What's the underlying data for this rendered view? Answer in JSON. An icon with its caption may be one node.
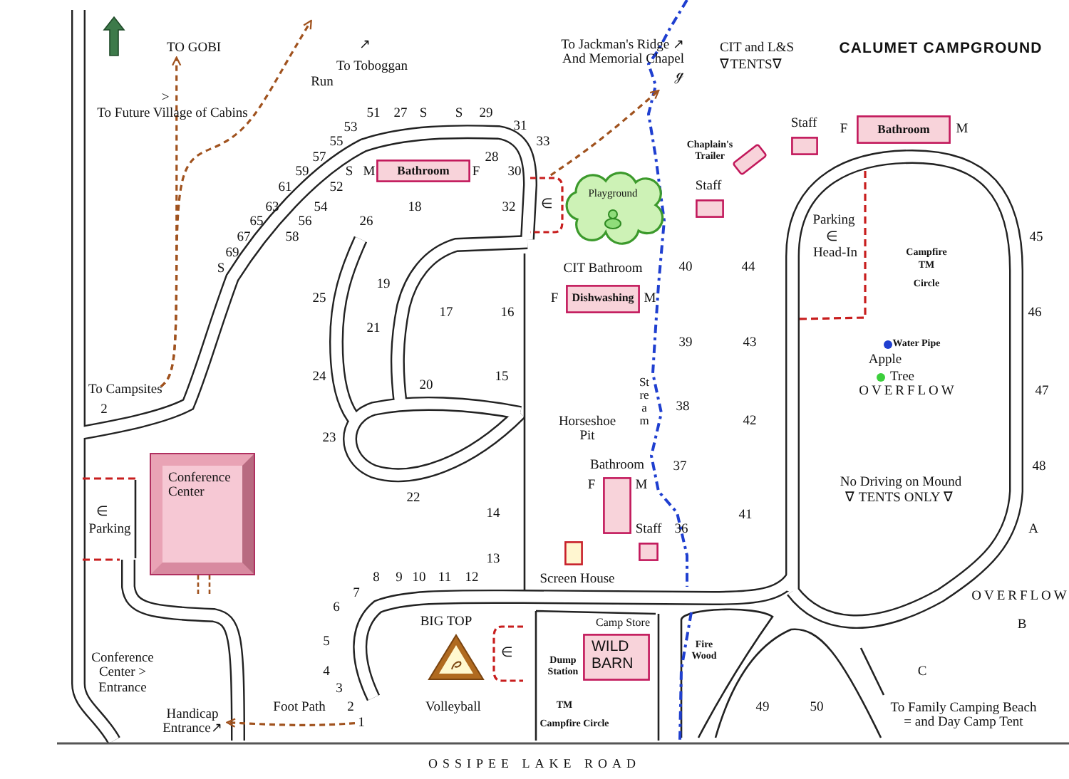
{
  "diagram": {
    "nodes": [
      {
        "text": [
          "Bathroom"
        ],
        "beside": [
          "M",
          "F"
        ]
      },
      {
        "text": [
          "Playground"
        ]
      },
      {
        "text": [
          "∈"
        ]
      },
      {
        "text": [],
        "shape": "box",
        "beside": [
          "Staff"
        ]
      },
      {
        "text": [],
        "shape": "box",
        "beside": [
          "Chaplain's Trailer"
        ]
      },
      {
        "text": [],
        "shape": "box",
        "beside": [
          "Staff"
        ]
      },
      {
        "text": [
          "Bathroom"
        ],
        "beside": [
          "F",
          "M"
        ]
      },
      {
        "text": [
          "Dishwashing"
        ],
        "beside": [
          "F",
          "M"
        ]
      },
      {
        "text": [],
        "shape": "box",
        "beside": [
          "Bathroom",
          "F",
          "M"
        ]
      },
      {
        "text": [],
        "shape": "box",
        "beside": [
          "Staff"
        ]
      },
      {
        "text": [],
        "shape": "box",
        "beside": [
          "Screen House"
        ]
      },
      {
        "text": [
          "WILD BARN"
        ],
        "beside": [
          "Camp Store"
        ]
      },
      {
        "text": [],
        "shape": "triangle",
        "beside": [
          "BIG TOP"
        ]
      },
      {
        "text": [
          "∈"
        ]
      },
      {
        "text": [
          "Conference Center"
        ]
      },
      {
        "text": [
          "To Jackman's Ridge ↗ And Memorial Chapel ℊ"
        ]
      },
      {
        "text": [
          "TO GOBI"
        ]
      },
      {
        "text": [
          "To Campsites"
        ]
      },
      {
        "text": [
          "1"
        ]
      },
      {
        "text": [
          "Handicap Entrance↗"
        ]
      }
    ],
    "edges": [
      {
        "from": 2,
        "to": 15,
        "arrow": "to",
        "style": "dashed"
      },
      {
        "from": 17,
        "to": 16,
        "arrow": "to",
        "style": "dashed"
      },
      {
        "from": 17,
        "to": null,
        "arrow": "to",
        "style": "dashed"
      },
      {
        "from": 18,
        "to": 19,
        "arrow": "to",
        "style": "dashed",
        "label": "Foot Path"
      }
    ],
    "labels": [
      "↗",
      "CIT and L&S",
      "CALUMET CAMPGROUND",
      "To Toboggan",
      "∇TENTS∇",
      "Run",
      ">",
      "To Future Village of Cabins",
      "51",
      "27",
      "S",
      "S",
      "29",
      "53",
      "31",
      "55",
      "33",
      "57",
      "28",
      "59",
      "S",
      "30",
      "61",
      "52",
      "63",
      "54",
      "18",
      "32",
      "65",
      "56",
      "26",
      "Parking",
      "67",
      "58",
      "∈",
      "45",
      "69",
      "Head-In",
      "Campfire",
      "S",
      "CIT Bathroom",
      "40",
      "44",
      "TM",
      "19",
      "Circle",
      "25",
      "17",
      "16",
      "46",
      "21",
      "39",
      "43",
      "Water Pipe",
      "Apple",
      "24",
      "15",
      "Tree",
      "20",
      "OVERFLOW",
      "47",
      "2",
      "Stream",
      "38",
      "Horseshoe Pit",
      "42",
      "23",
      "37",
      "48",
      "No Driving on Mound",
      "22",
      "∇ TENTS ONLY ∇",
      "∈",
      "14",
      "41",
      "Parking",
      "36",
      "A",
      "13",
      "8",
      "9",
      "10",
      "11",
      "12",
      "7",
      "OVERFLOW",
      "6",
      "B",
      "5",
      "Fire Wood",
      "Conference Center > Entrance",
      "4",
      "Dump Station",
      "C",
      "3",
      "2",
      "Volleyball",
      "TM",
      "49",
      "50",
      "To Family Camping Beach = and Day Camp Tent",
      "Campfire Circle",
      "OSSIPEE LAKE ROAD"
    ]
  }
}
